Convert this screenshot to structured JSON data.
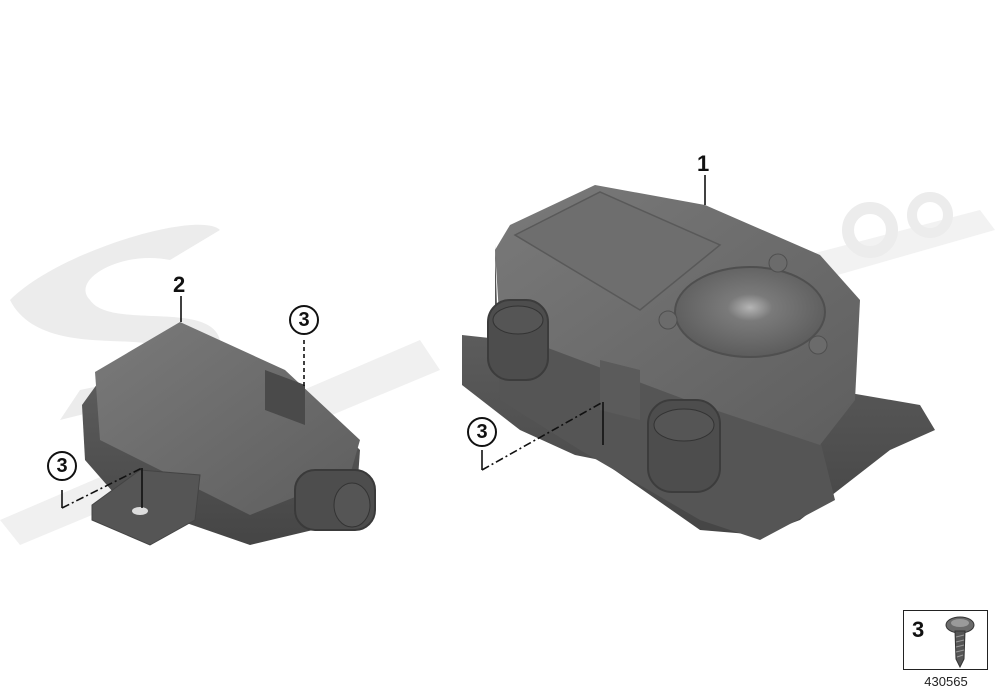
{
  "diagram": {
    "type": "exploded-parts-view",
    "background": "#ffffff",
    "part_color": "#6a6a6a",
    "part_shadow_color": "#4a4a4a",
    "watermark_color": "#ececec",
    "watermark_text": "S..COM"
  },
  "callouts": {
    "part1": {
      "label": "1"
    },
    "part2": {
      "label": "2"
    },
    "screw_a": {
      "label": "3"
    },
    "screw_b": {
      "label": "3"
    },
    "screw_c": {
      "label": "3"
    }
  },
  "legend": {
    "item_number": "3",
    "item_icon": "screw-icon",
    "diagram_code": "430565"
  }
}
